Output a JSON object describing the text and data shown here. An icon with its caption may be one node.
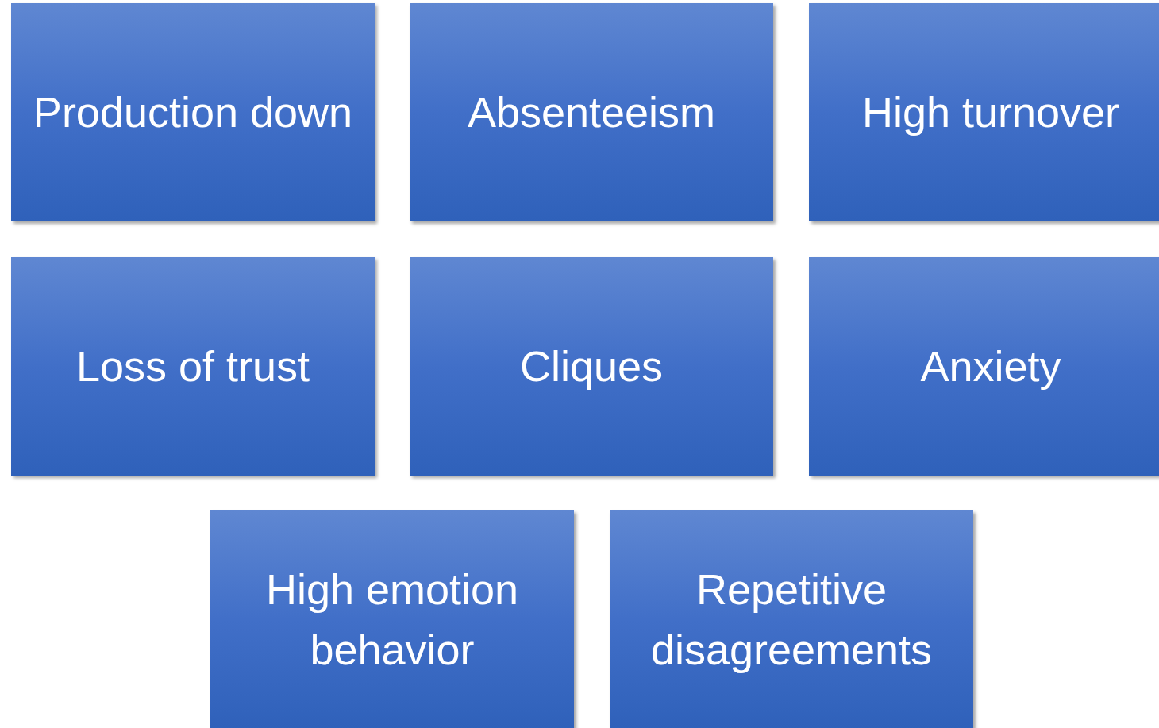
{
  "diagram": {
    "nodes": [
      {
        "text": [
          "Production down"
        ]
      },
      {
        "text": [
          "Absenteeism"
        ]
      },
      {
        "text": [
          "High turnover"
        ]
      },
      {
        "text": [
          "Loss of trust"
        ]
      },
      {
        "text": [
          "Cliques"
        ]
      },
      {
        "text": [
          "Anxiety"
        ]
      },
      {
        "text": [
          "High emotion behavior"
        ]
      },
      {
        "text": [
          "Repetitive disagreements"
        ]
      }
    ]
  }
}
